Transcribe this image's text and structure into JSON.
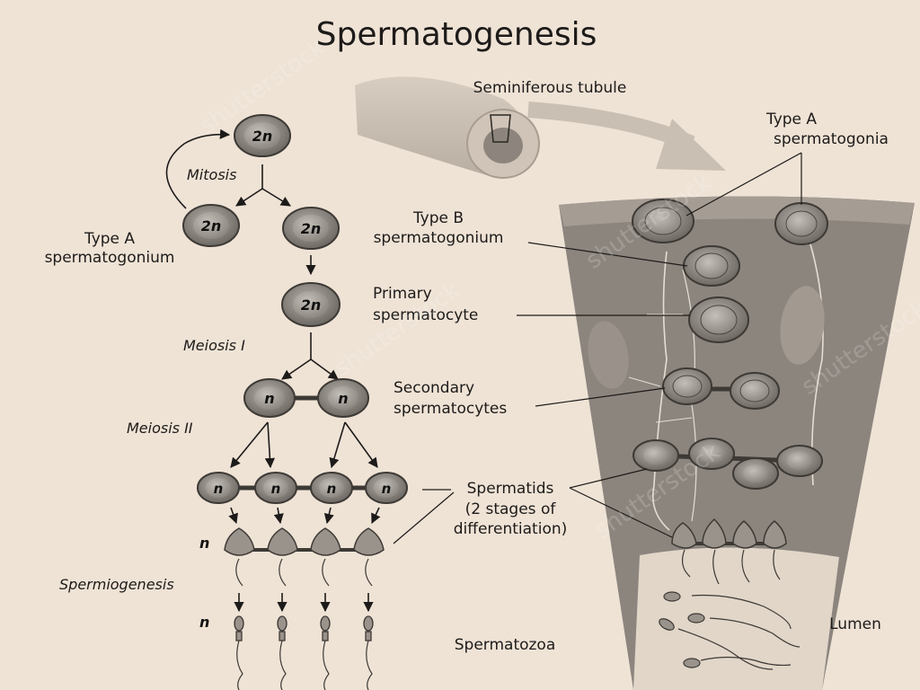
{
  "title": "Spermatogenesis",
  "colors": {
    "background": "#efe3d6",
    "cell_fill": "#7b7670",
    "nucleus_fill": "#9a958f",
    "tissue": "#8c857e",
    "tissue_rim": "#c7beb3",
    "lumen": "#e1d6c8",
    "ink": "#1d1b19"
  },
  "left_labels": {
    "mitosis": "Mitosis",
    "type_a_line1": "Type A",
    "type_a_line2": "spermatogonium",
    "meiosis_1": "Meiosis I",
    "meiosis_2": "Meiosis II",
    "n_spermatids": "n",
    "spermiogenesis": "Spermiogenesis",
    "n_spermatozoa": "n"
  },
  "cells": {
    "top": "2n",
    "left_daughter": "2n",
    "right_daughter": "2n",
    "primary": "2n",
    "secondary": [
      "n",
      "n"
    ],
    "spermatids": [
      "n",
      "n",
      "n",
      "n"
    ]
  },
  "right_labels": {
    "tubule": "Seminiferous tubule",
    "type_a_line1": "Type A",
    "type_a_line2": "spermatogonia",
    "type_b_line1": "Type B",
    "type_b_line2": "spermatogonium",
    "primary_line1": "Primary",
    "primary_line2": "spermatocyte",
    "secondary_line1": "Secondary",
    "secondary_line2": "spermatocytes",
    "spermatids_line1": "Spermatids",
    "spermatids_line2": "(2 stages of",
    "spermatids_line3": "differentiation)",
    "spermatozoa": "Spermatozoa",
    "lumen": "Lumen"
  },
  "watermark": "shutterstock"
}
